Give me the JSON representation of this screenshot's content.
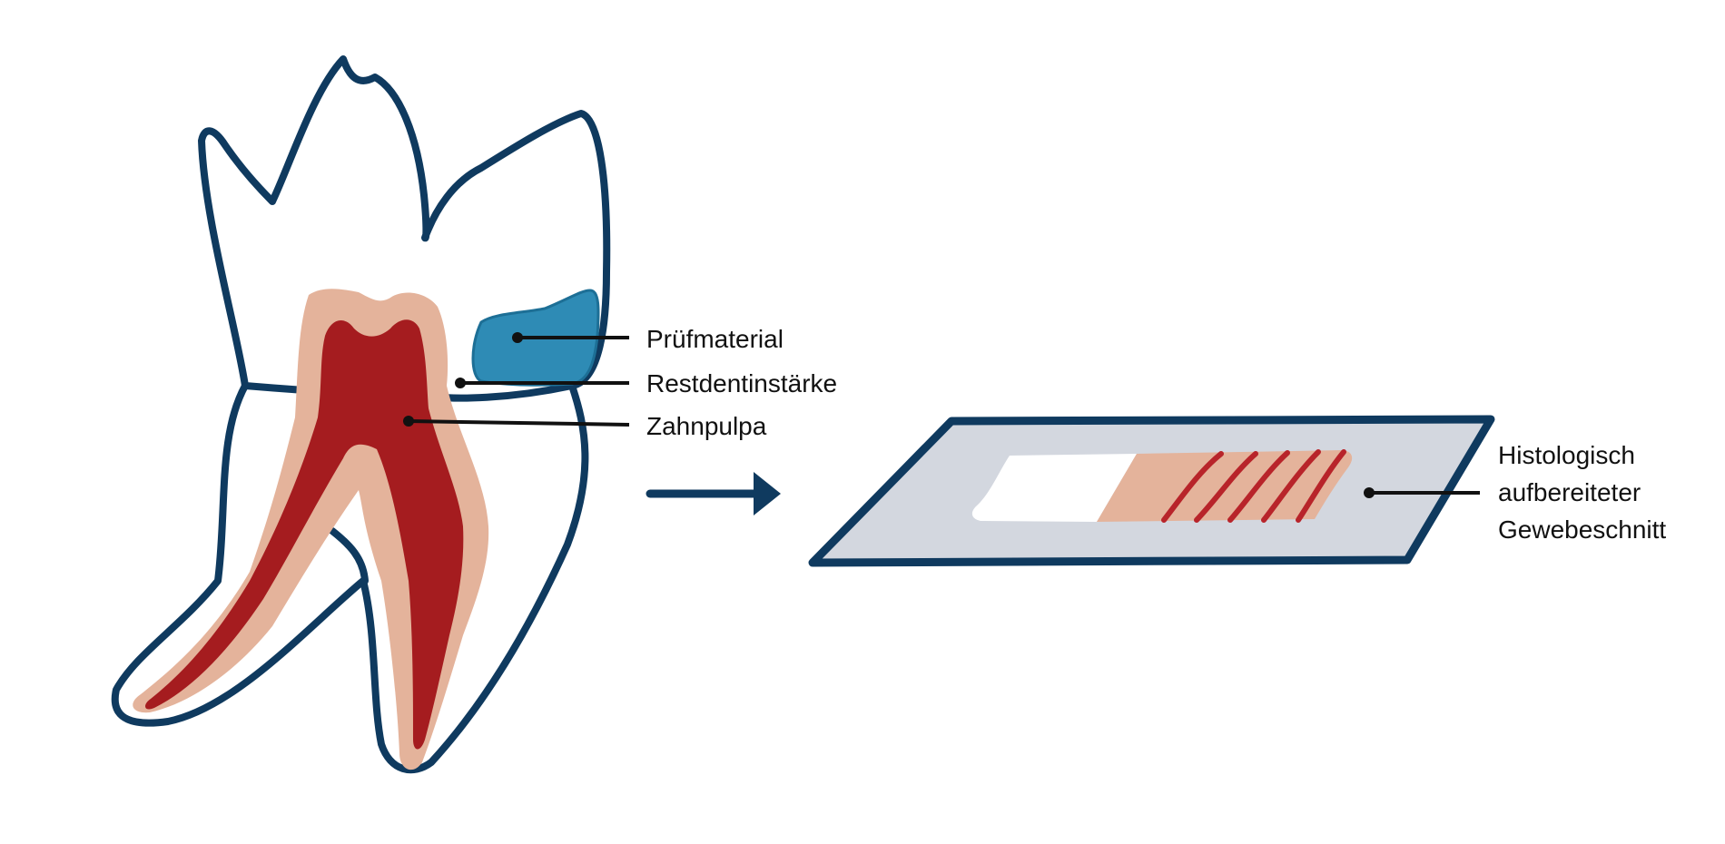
{
  "labels": {
    "test_material": "Prüfmaterial",
    "residual_dentin": "Restdentinstärke",
    "pulp": "Zahnpulpa",
    "section": [
      "Histologisch",
      "aufbereiteter",
      "Gewebeschnitt"
    ]
  },
  "colors": {
    "outline": "#0f3a5f",
    "pulp": "#a51c1f",
    "dentin": "#e4b39b",
    "test_material": "#2e8bb5",
    "slide": "#d3d7df",
    "section_stripe": "#b8242a"
  }
}
